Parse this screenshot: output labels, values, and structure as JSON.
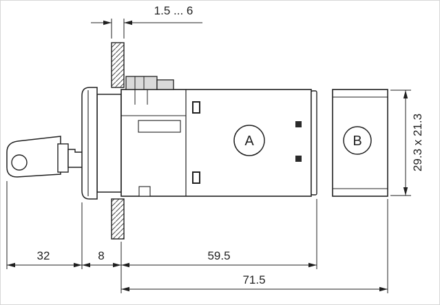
{
  "drawing": {
    "part_labels": {
      "a": "A",
      "b": "B"
    },
    "dimensions": {
      "panel_thickness": "1.5 ... 6",
      "key_length": "32",
      "bezel_depth": "8",
      "body_length": "59.5",
      "overall_length": "71.5",
      "cross_section": "29.3 x 21.3"
    },
    "colors": {
      "line": "#1f1f1f",
      "fill_light": "#d9d9d9",
      "background": "#ffffff"
    }
  }
}
